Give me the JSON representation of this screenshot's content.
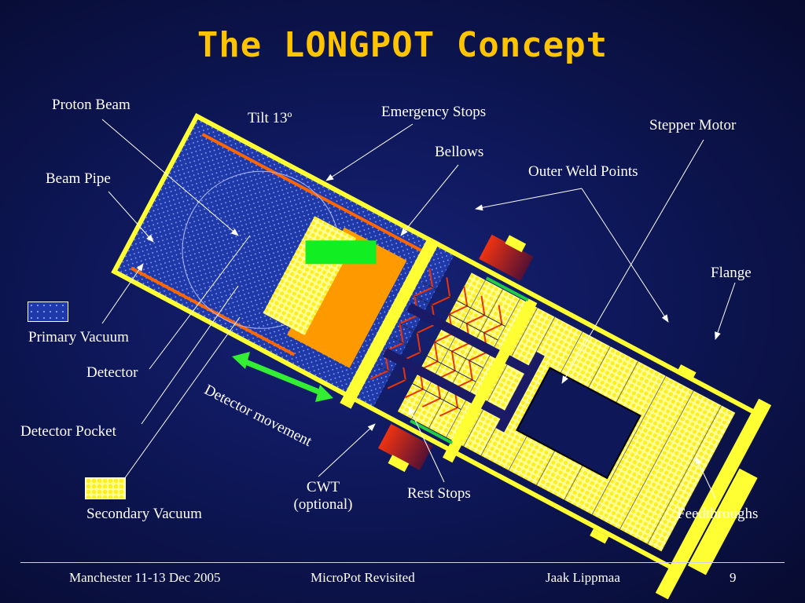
{
  "slide": {
    "title": "The LONGPOT Concept",
    "labels": {
      "proton_beam": "Proton Beam",
      "tilt": "Tilt 13º",
      "emergency_stops": "Emergency Stops",
      "stepper_motor": "Stepper Motor",
      "bellows": "Bellows",
      "outer_weld_points": "Outer Weld Points",
      "beam_pipe": "Beam Pipe",
      "flange": "Flange",
      "primary_vacuum": "Primary Vacuum",
      "detector": "Detector",
      "detector_movement": "Detector movement",
      "detector_pocket": "Detector Pocket",
      "cwt_line1": "CWT",
      "cwt_line2": "(optional)",
      "rest_stops": "Rest Stops",
      "secondary_vacuum": "Secondary Vacuum",
      "feedthroughs": "Feedthroughs"
    },
    "colors": {
      "title": "#ffc400",
      "frame": "#ffff33",
      "primary_vacuum": "#1f3aa8",
      "secondary_vacuum": "#ffff66",
      "detector": "#11ee22",
      "pocket": "#ff9900",
      "bellows": "#ee3300",
      "rest_stops": "#22cc44"
    },
    "footer": {
      "left": "Manchester 11-13 Dec 2005",
      "center": "MicroPot Revisited",
      "author": "Jaak Lippmaa",
      "page": "9"
    }
  }
}
